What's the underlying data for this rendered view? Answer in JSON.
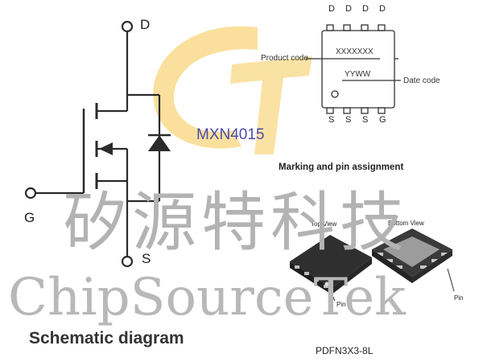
{
  "schematic": {
    "drain_label": "D",
    "source_label": "S",
    "gate_label": "G",
    "title": "Schematic diagram"
  },
  "part_number": "MXN4015",
  "marking": {
    "title": "Marking and pin assignment",
    "top_pins": [
      "D",
      "D",
      "D",
      "D"
    ],
    "bottom_pins": [
      "S",
      "S",
      "S",
      "G"
    ],
    "product_code_text": "XXXXXXX",
    "date_code_text": "YYWW",
    "product_code_label": "Product code",
    "date_code_label": "Date code"
  },
  "package": {
    "top_view_label": "Top View",
    "bottom_view_label": "Bottom View",
    "pin1_label": "Pin 1",
    "pin_label": "Pin",
    "name": "PDFN3X3-8L"
  },
  "watermark": {
    "chinese": "矽源特科技",
    "english": "ChipSourceTek",
    "logo_letters": "ST"
  },
  "colors": {
    "logo_yellow": "#f6c64a",
    "part_number_blue": "#4a4aa8",
    "line": "#2b2b2b",
    "chip_body": "#2f2f2f"
  }
}
